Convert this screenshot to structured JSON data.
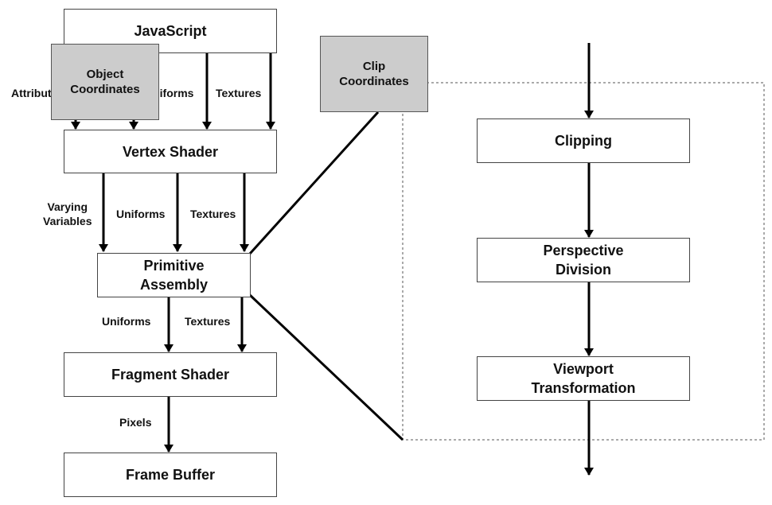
{
  "colors": {
    "box_fill": "#ffffff",
    "box_border": "#444444",
    "highlight_fill": "#cccccc",
    "arrow": "#000000",
    "dashed_frame": "#555555"
  },
  "nodes": {
    "javascript": "JavaScript",
    "object_coordinates": "Object\nCoordinates",
    "vertex_shader": "Vertex Shader",
    "primitive_assembly": "Primitive\nAssembly",
    "fragment_shader": "Fragment Shader",
    "frame_buffer": "Frame Buffer",
    "clip_coordinates": "Clip\nCoordinates",
    "clipping": "Clipping",
    "perspective_division": "Perspective\nDivision",
    "viewport_transformation": "Viewport\nTransformation"
  },
  "edge_labels": {
    "attributes": "Attributes",
    "uniforms_top": "Uniforms",
    "textures_top": "Textures",
    "varying_variables": "Varying\nVariables",
    "uniforms_mid": "Uniforms",
    "textures_mid": "Textures",
    "uniforms_low": "Uniforms",
    "textures_low": "Textures",
    "pixels": "Pixels"
  }
}
